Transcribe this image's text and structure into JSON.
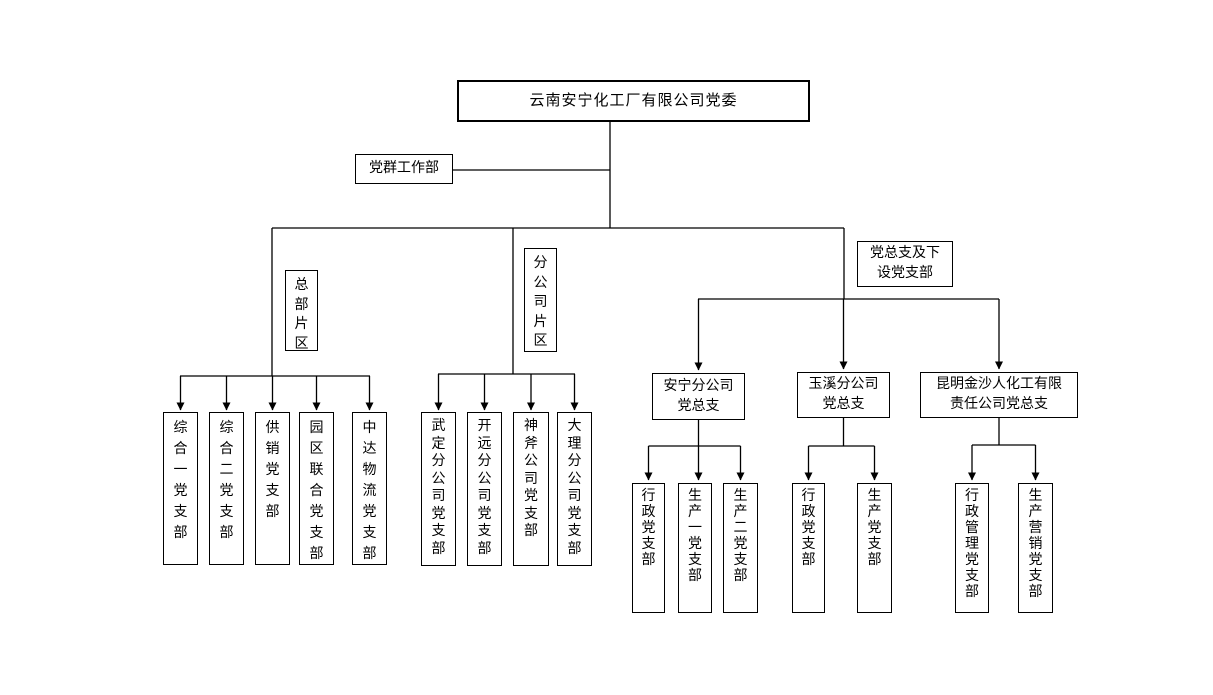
{
  "colors": {
    "background": "#ffffff",
    "line": "#000000",
    "box_border": "#000000",
    "text": "#000000"
  },
  "org": {
    "root": "云南安宁化工厂有限公司党委",
    "staff_dept": "党群工作部",
    "areas": [
      {
        "label": "总部片区",
        "branches": [
          "综合一党支部",
          "综合二党支部",
          "供销党支部",
          "园区联合党支部",
          "中达物流党支部"
        ]
      },
      {
        "label": "分公司片区",
        "branches": [
          "武定分公司党支部",
          "开远分公司党支部",
          "神斧公司党支部",
          "大理分公司党支部"
        ]
      },
      {
        "label": "党总支及下\n设党支部",
        "general_branches": [
          {
            "label": "安宁分公司\n党总支",
            "branches": [
              "行政党支部",
              "生产一党支部",
              "生产二党支部"
            ]
          },
          {
            "label": "玉溪分公司\n党总支",
            "branches": [
              "行政党支部",
              "生产党支部"
            ]
          },
          {
            "label": "昆明金沙人化工有限\n责任公司党总支",
            "branches": [
              "行政管理党支部",
              "生产营销党支部"
            ]
          }
        ]
      }
    ]
  }
}
